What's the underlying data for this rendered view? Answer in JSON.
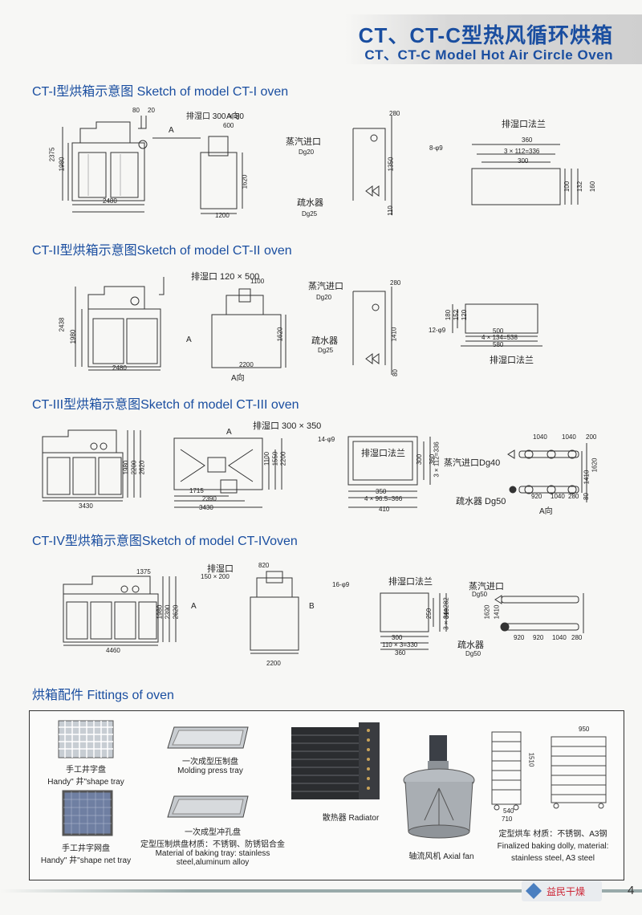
{
  "header": {
    "title_cn": "CT、CT-C型热风循环烘箱",
    "title_en": "CT、CT-C Model Hot Air Circle Oven"
  },
  "sections": {
    "ct1": {
      "title": "CT-I型烘箱示意图  Sketch of model CT-I oven",
      "dims": [
        "80",
        "20",
        "2375",
        "1980",
        "2480",
        "排湿口  300 × 80",
        "A向",
        "600",
        "1620",
        "1200",
        "A",
        "280",
        "蒸汽进口",
        "Dg20",
        "1350",
        "疏水器",
        "Dg25",
        "110",
        "排湿口法兰",
        "8-φ9",
        "360",
        "3 × 112=336",
        "300",
        "100",
        "132",
        "160"
      ]
    },
    "ct2": {
      "title": "CT-II型烘箱示意图Sketch of model CT-II oven",
      "dims": [
        "排湿口  120 × 500",
        "1100",
        "2438",
        "1980",
        "2480",
        "A",
        "1620",
        "2200",
        "A向",
        "蒸汽进口",
        "Dg20",
        "280",
        "疏水器",
        "Dg25",
        "1410",
        "80",
        "180",
        "152",
        "120",
        "12-φ9",
        "500",
        "4 × 134=538",
        "580",
        "排湿口法兰"
      ]
    },
    "ct3": {
      "title": "CT-III型烘箱示意图Sketch of model CT-III oven",
      "dims": [
        "1980",
        "2200",
        "2620",
        "3430",
        "A",
        "排湿口  300 × 350",
        "1100",
        "1550",
        "2200",
        "1715",
        "2390",
        "3430",
        "14-φ9",
        "排湿口法兰",
        "300",
        "3 × 112=336",
        "360",
        "350",
        "4 × 96.5=366",
        "410",
        "1040",
        "1040",
        "200",
        "蒸汽进口Dg40",
        "1620",
        "1410",
        "80",
        "920",
        "1040",
        "280",
        "疏水器  Dg50",
        "A向"
      ]
    },
    "ct4": {
      "title": "CT-IV型烘箱示意图Sketch of model CT-IVoven",
      "dims": [
        "1375",
        "1980",
        "2390",
        "2620",
        "4460",
        "A",
        "排湿口",
        "150 × 200",
        "820",
        "B",
        "2200",
        "排湿口法兰",
        "16-φ9",
        "250",
        "3 × 84=282",
        "310",
        "300",
        "110 × 3=330",
        "360",
        "蒸汽进口",
        "Dg50",
        "1620",
        "1410",
        "疏水器",
        "Dg50",
        "920",
        "920",
        "1040",
        "280"
      ]
    }
  },
  "fittings": {
    "title": "烘箱配件  Fittings of oven",
    "items": {
      "handy_tray": "手工井字盘\nHandy\" 井\"shape tray",
      "molding_tray": "一次成型压制盘\nMolding press tray",
      "radiator": "散热器  Radiator",
      "axial_fan": "轴流风机  Axial fan",
      "dolly": "定型烘车  材质：不锈钢、A3钢\nFinalized baking dolly, material:\nstainless steel, A3 steel",
      "handy_net": "手工井字网盘\nHandy\" 井\"shape net tray",
      "punch_tray": "一次成型冲孔盘\n定型压制烘盘材质：不锈钢、防锈铝合金\nMaterial of baking tray: stainless\nsteel,aluminum alloy",
      "dolly_dims": [
        "950",
        "1510",
        "540",
        "710"
      ]
    }
  },
  "footer": {
    "brand": "益民干燥",
    "page": "4"
  },
  "colors": {
    "accent": "#1a4ea0",
    "line": "#333333",
    "footer_text": "#cc2233"
  }
}
